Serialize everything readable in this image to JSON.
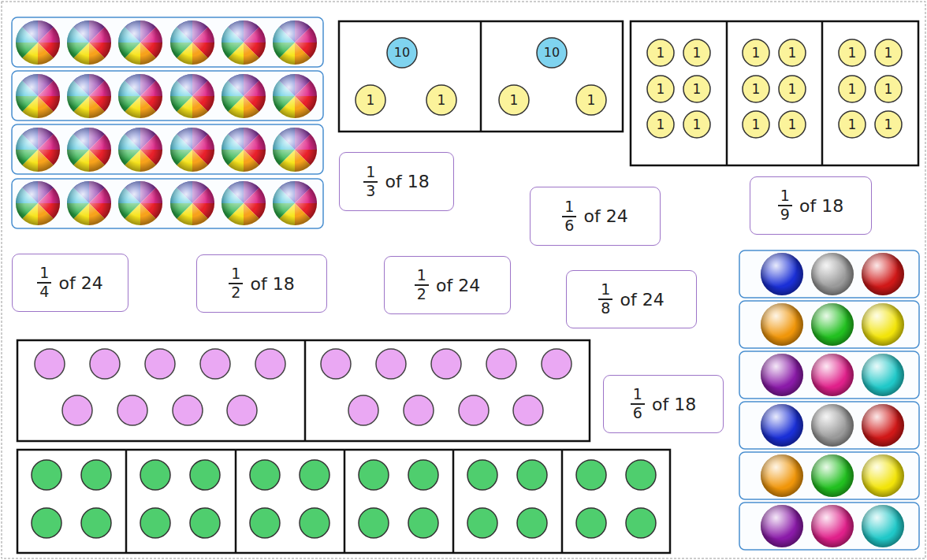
{
  "diagram": {
    "nodes": [
      {
        "text": [
          "10"
        ]
      },
      {
        "text": [
          "1"
        ]
      },
      {
        "text": [
          "1"
        ]
      },
      {
        "text": [
          "10"
        ]
      },
      {
        "text": [
          "1"
        ]
      },
      {
        "text": [
          "1"
        ]
      },
      {
        "text": [
          "1"
        ]
      },
      {
        "text": [
          "1"
        ]
      },
      {
        "text": [
          "1"
        ]
      },
      {
        "text": [
          "1"
        ]
      },
      {
        "text": [
          "1"
        ]
      },
      {
        "text": [
          "1"
        ]
      },
      {
        "text": [
          "1"
        ]
      },
      {
        "text": [
          "1"
        ]
      },
      {
        "text": [
          "1"
        ]
      },
      {
        "text": [
          "1"
        ]
      },
      {
        "text": [
          "1"
        ]
      },
      {
        "text": [
          "1"
        ]
      },
      {
        "text": [
          "1"
        ]
      },
      {
        "text": [
          "1"
        ]
      },
      {
        "text": [
          "1"
        ]
      },
      {
        "text": [
          "1"
        ]
      },
      {
        "text": [
          "1"
        ]
      },
      {
        "text": [
          "1"
        ]
      },
      {
        "text": [
          "1",
          "3",
          "of 18"
        ]
      },
      {
        "text": [
          "1",
          "6",
          "of 24"
        ]
      },
      {
        "text": [
          "1",
          "9",
          "of 18"
        ]
      },
      {
        "text": [
          "1",
          "4",
          "of 24"
        ]
      },
      {
        "text": [
          "1",
          "2",
          "of 18"
        ]
      },
      {
        "text": [
          "1",
          "2",
          "of 24"
        ]
      },
      {
        "text": [
          "1",
          "8",
          "of 24"
        ]
      },
      {
        "text": [
          "1",
          "6",
          "of 18"
        ]
      }
    ]
  }
}
